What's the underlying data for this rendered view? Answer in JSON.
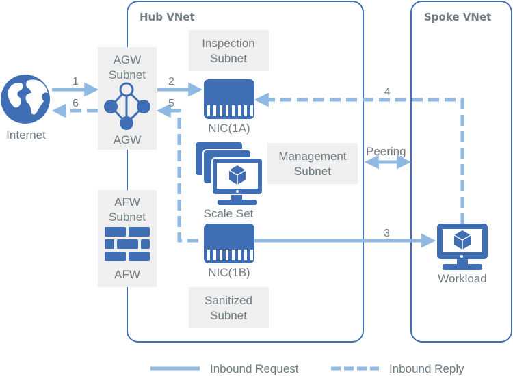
{
  "diagram": {
    "vnets": [
      {
        "id": "hub",
        "title": "Hub VNet"
      },
      {
        "id": "spoke",
        "title": "Spoke VNet"
      }
    ],
    "subnets": {
      "agw": {
        "line1": "AGW",
        "line2": "Subnet",
        "node_label": "AGW"
      },
      "inspection": {
        "line1": "Inspection",
        "line2": "Subnet"
      },
      "management": {
        "line1": "Management",
        "line2": "Subnet"
      },
      "afw": {
        "line1": "AFW",
        "line2": "Subnet",
        "node_label": "AFW"
      },
      "sanitized": {
        "line1": "Sanitized",
        "line2": "Subnet"
      }
    },
    "nodes": {
      "internet": "Internet",
      "nic1a": "NIC(1A)",
      "nic1b": "NIC(1B)",
      "scaleset": "Scale Set",
      "workload": "Workload",
      "peering": "Peering"
    },
    "steps": {
      "s1": "1",
      "s2": "2",
      "s3": "3",
      "s4": "4",
      "s5": "5",
      "s6": "6"
    },
    "legend": {
      "request": "Inbound Request",
      "reply": "Inbound Reply"
    },
    "colors": {
      "icon": "#3f6eb5",
      "arrow": "#8fb9e3",
      "subnet_bg": "#efefef",
      "border": "#3f6eb5",
      "text": "#6f7b82"
    }
  }
}
